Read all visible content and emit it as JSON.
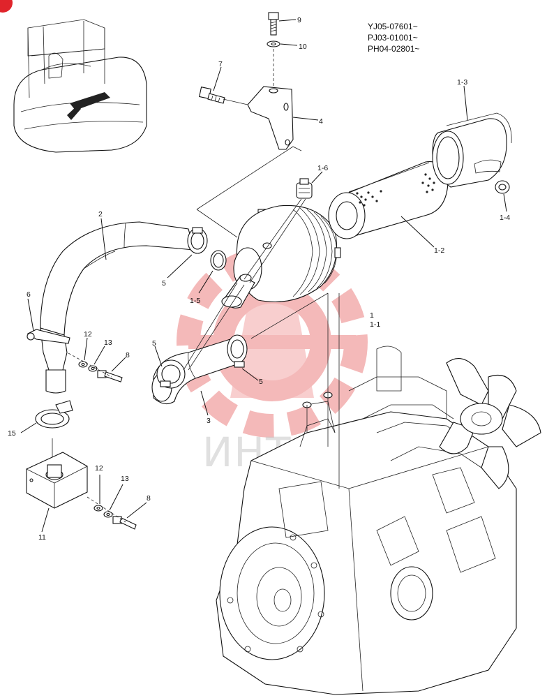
{
  "serial_numbers": [
    "YJ05-07601~",
    "PJ03-01001~",
    "PH04-02801~"
  ],
  "callouts": {
    "c9": "9",
    "c10": "10",
    "c7": "7",
    "c4": "4",
    "c1_3": "1-3",
    "c1_6": "1-6",
    "c1_4": "1-4",
    "c2": "2",
    "c1_2": "1-2",
    "c5a": "5",
    "c1_5": "1-5",
    "c6": "6",
    "c1": "1",
    "c1_1": "1-1",
    "c12a": "12",
    "c13a": "13",
    "c8a": "8",
    "c5b": "5",
    "c5c": "5",
    "c3": "3",
    "c15": "15",
    "c12b": "12",
    "c13b": "13",
    "c8b": "8",
    "c11": "11"
  },
  "watermark": {
    "text": "ИНТЕХ",
    "color": "#e23a3a"
  },
  "colors": {
    "line": "#111111",
    "corner_badge": "#e0242b"
  }
}
